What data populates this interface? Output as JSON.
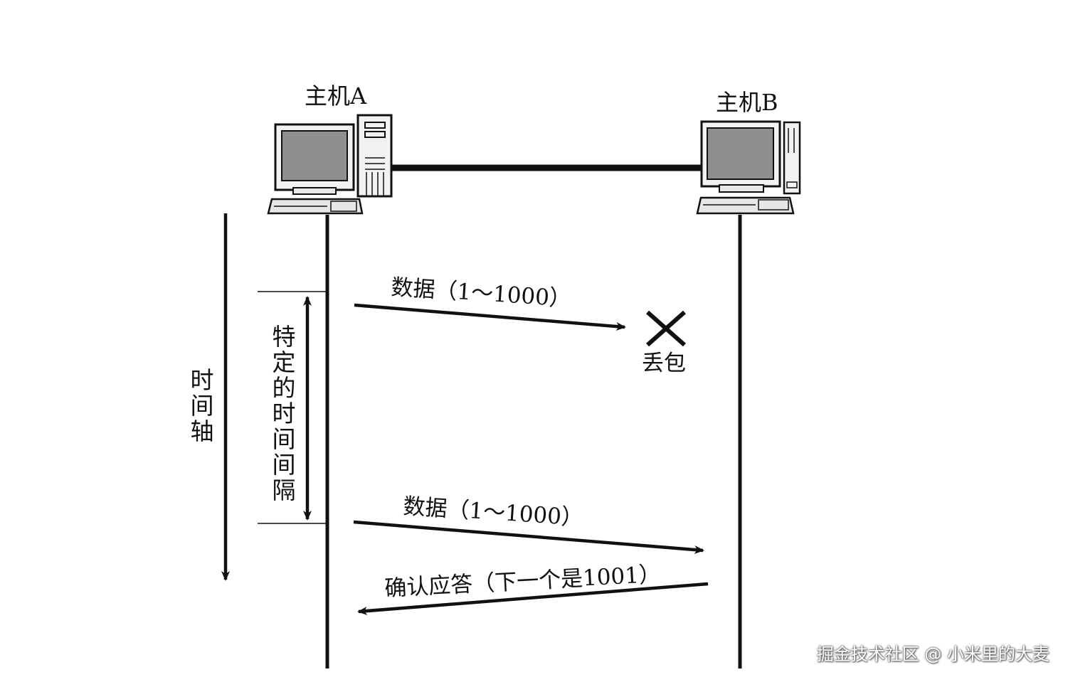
{
  "hosts": {
    "a_label": "主机A",
    "b_label": "主机B"
  },
  "time_axis_label": "时间轴",
  "interval_label": "特定的时间间隔",
  "messages": {
    "first_data": "数据（1～1000）",
    "second_data": "数据（1～1000）",
    "ack": "确认应答（下一个是1001）"
  },
  "drop": {
    "label": "丢包",
    "icon": "x-mark-icon"
  },
  "watermark": "掘金技术社区 @ 小米里的大麦",
  "colors": {
    "line": "#111111",
    "screen": "#8f8f8f",
    "background": "#ffffff"
  }
}
